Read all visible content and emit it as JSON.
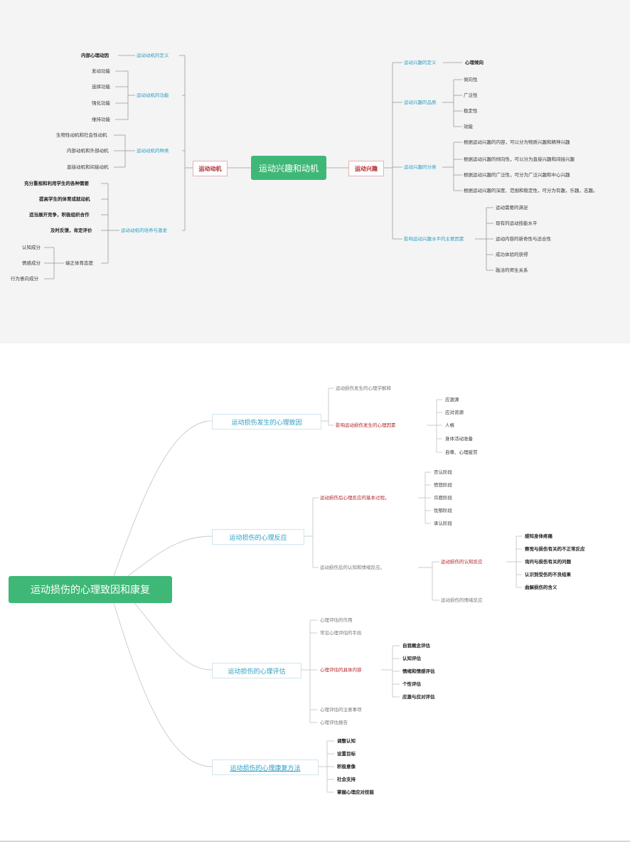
{
  "top_map": {
    "center": "运动兴趣和动机",
    "left_main": "运动动机",
    "right_main": "运动兴趣",
    "left": {
      "definition": {
        "label": "运动动机的定义",
        "items": [
          "内部心理动因"
        ]
      },
      "functions": {
        "label": "运动动机的功能",
        "items": [
          "发动功能",
          "选择功能",
          "强化功能",
          "维持功能"
        ]
      },
      "types": {
        "label": "运动动机的种类",
        "items": [
          "生物性动机和社会性动机",
          "内部动机和外部动机",
          "直接动机和间接动机"
        ]
      },
      "cultivation": {
        "label": "运动动机的培养与激发",
        "items": [
          "充分重视和利用学生的各种需要",
          "提高学生的体育成就动机",
          "适当展开竞争，积极组织合作",
          "及时反馈，肯定评价"
        ],
        "attitude": {
          "label": "端正体育态度",
          "items": [
            "认知成分",
            "情感成分",
            "行为意向成分"
          ]
        }
      }
    },
    "right": {
      "definition": {
        "label": "运动兴趣的定义",
        "items": [
          "心理倾向"
        ]
      },
      "qualities": {
        "label": "运动兴趣的品质",
        "items": [
          "倾向性",
          "广泛性",
          "稳定性",
          "效能"
        ]
      },
      "classification": {
        "label": "运动兴趣的分类",
        "items": [
          "根据运动兴趣的内容，可以分为物质兴趣和精神兴趣",
          "根据运动兴趣的倾向性，可以分为直接兴趣和间接兴趣",
          "根据运动兴趣的广泛性，可分为广泛兴趣和中心兴趣",
          "根据运动兴趣的深度、范围和稳定性，可分为有趣，乐趣，志趣。"
        ]
      },
      "factors": {
        "label": "影响运动兴趣水平的主要因素",
        "items": [
          "运动需要的满足",
          "现有的运动技能水平",
          "运动内容的新奇性与适合性",
          "成功体验的获得",
          "融洽的师生关系"
        ]
      }
    }
  },
  "bottom_map": {
    "root": "运动损伤的心理致因和康复",
    "causes": {
      "label": "运动损伤发生的心理致因",
      "sub1": "运动损伤发生的心理学解释",
      "sub2": {
        "label": "影响运动损伤发生的心理因素",
        "items": [
          "应激源",
          "应对资源",
          "人格",
          "身体活动准备",
          "自尊、心理疲劳"
        ]
      }
    },
    "reactions": {
      "label": "运动损伤的心理反应",
      "basic": {
        "label": "运动损伤后心理反应的基本过程。",
        "items": [
          "否认阶段",
          "愤怒阶段",
          "许愿阶段",
          "忧郁阶段",
          "承认阶段"
        ]
      },
      "cognitive_emotional": {
        "label": "运动损伤后的认知和情绪反应。",
        "cognitive": {
          "label": "运动损伤的认知反应",
          "items": [
            "感知身体疼痛",
            "察觉与损伤有关的不正常反应",
            "询问与损伤有关的问题",
            "认识到受伤的不良结果",
            "曲解损伤的含义"
          ]
        },
        "emotional": "运动损伤的情绪反应"
      }
    },
    "assessment": {
      "label": "运动损伤的心理评估",
      "items_before": [
        "心理评估的作用",
        "常见心理评估的手段"
      ],
      "content": {
        "label": "心理评估的具体内容",
        "items": [
          "自我概念评估",
          "认知评估",
          "情绪和情感评估",
          "个性评估",
          "应激与应对评估"
        ]
      },
      "items_after": [
        "心理评估的注意事项",
        "心理评估报告"
      ]
    },
    "rehab": {
      "label": "运动损伤的心理康复方法",
      "items": [
        "调整认知",
        "设置目标",
        "积极意像",
        "社会支持",
        "掌握心理应对技能"
      ]
    }
  },
  "colors": {
    "green": "#3fb877",
    "blue": "#2e9fc4",
    "red": "#b3262a"
  }
}
